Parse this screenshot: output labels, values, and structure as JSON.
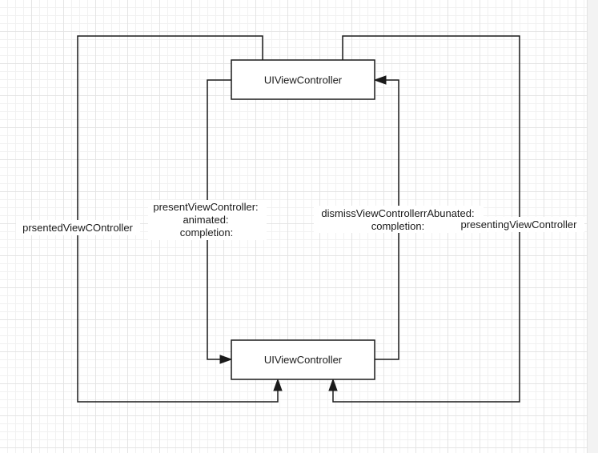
{
  "nodes": {
    "top": {
      "label": "UIViewController"
    },
    "bottom": {
      "label": "UIViewController"
    }
  },
  "edges": {
    "present": {
      "lines": [
        "presentViewController:",
        "animated:",
        "completion:"
      ]
    },
    "dismiss": {
      "lines": [
        "dismissViewControllerrAbunated:",
        "completion:"
      ]
    },
    "presented": {
      "label": "prsentedViewCOntroller"
    },
    "presenting": {
      "label": "presentingViewController"
    }
  }
}
